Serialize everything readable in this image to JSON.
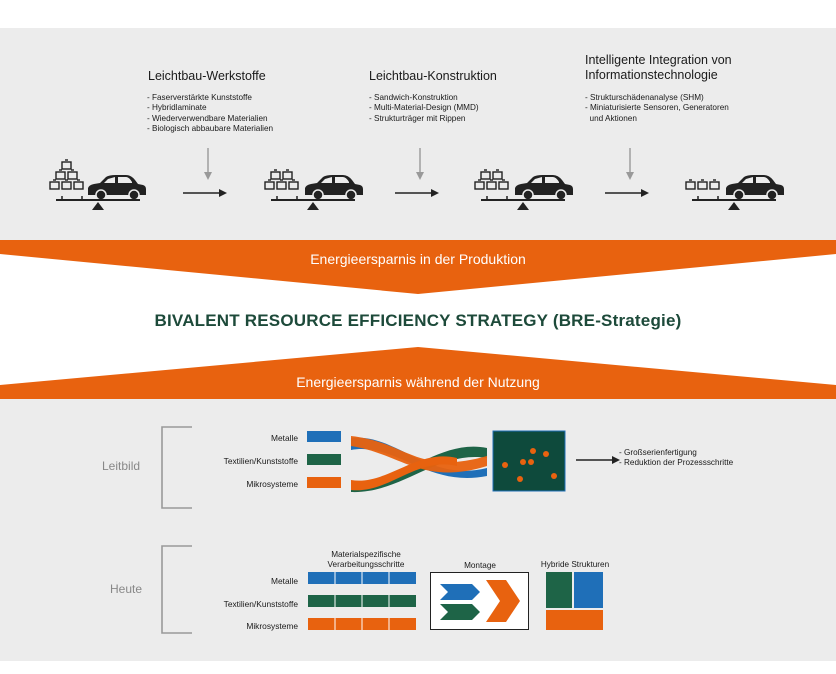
{
  "top": {
    "columns": [
      {
        "title": "Leichtbau-Werkstoffe",
        "bullets": [
          "- Faserverstärkte Kunststoffe",
          "- Hybridlaminate",
          "- Wiederverwendbare Materialien",
          "- Biologisch abbaubare Materialien"
        ]
      },
      {
        "title": "Leichtbau-Konstruktion",
        "bullets": [
          "- Sandwich-Konstruktion",
          "- Multi-Material-Design (MMD)",
          "- Strukturträger mit Rippen"
        ]
      },
      {
        "title_line1": "Intelligente Integration von",
        "title_line2": "Informationstechnologie",
        "bullets": [
          "- Strukturschädenanalyse (SHM)",
          "- Miniaturisierte Sensoren, Generatoren",
          "  und Aktionen"
        ]
      }
    ]
  },
  "bands": {
    "production": "Energieersparnis in der Produktion",
    "usage": "Energieersparnis während der Nutzung"
  },
  "title": "BIVALENT RESOURCE EFFICIENCY STRATEGY (BRE-Strategie)",
  "leitbild": {
    "label": "Leitbild",
    "materials": [
      "Metalle",
      "Textilien/Kunststoffe",
      "Mikrosysteme"
    ],
    "outcomes": [
      "- Großserienfertigung",
      "- Reduktion der Prozessschritte"
    ]
  },
  "heute": {
    "label": "Heute",
    "materials": [
      "Metalle",
      "Textilien/Kunststoffe",
      "Mikrosysteme"
    ],
    "process_head_line1": "Materialspezifische",
    "process_head_line2": "Verarbeitungsschritte",
    "montage": "Montage",
    "hybrid": "Hybride Strukturen"
  },
  "colors": {
    "orange": "#e8620f",
    "blue": "#1f6fb8",
    "green": "#1e6447",
    "dark_teal": "#0e4a3c",
    "panel": "#ececec"
  }
}
